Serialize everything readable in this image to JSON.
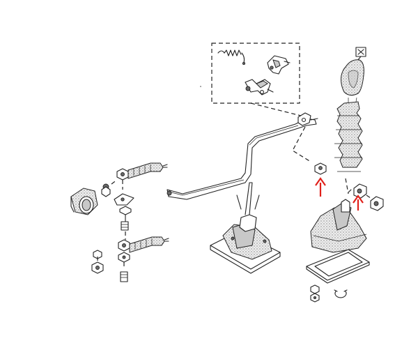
{
  "diagram": {
    "background": "#ffffff",
    "line_color": "#222222",
    "callout_color": "#e0201a",
    "components": [
      {
        "id": "spring-and-clip-inset",
        "icon": "dashed-detail-box"
      },
      {
        "id": "gear-knob",
        "icon": "knob"
      },
      {
        "id": "shift-lever-boot",
        "icon": "bellows"
      },
      {
        "id": "shift-rod",
        "icon": "linkage-rod"
      },
      {
        "id": "gear-selector-housing",
        "icon": "housing"
      },
      {
        "id": "shift-lever-base",
        "icon": "base"
      },
      {
        "id": "boot-frame",
        "icon": "frame"
      },
      {
        "id": "cable-end-upper",
        "icon": "cable-end"
      },
      {
        "id": "cable-end-lower",
        "icon": "cable-end"
      },
      {
        "id": "cable-grommet",
        "icon": "grommet"
      },
      {
        "id": "bushing-callout-left",
        "icon": "red-arrow"
      },
      {
        "id": "bushing-callout-right",
        "icon": "red-arrow"
      }
    ]
  }
}
